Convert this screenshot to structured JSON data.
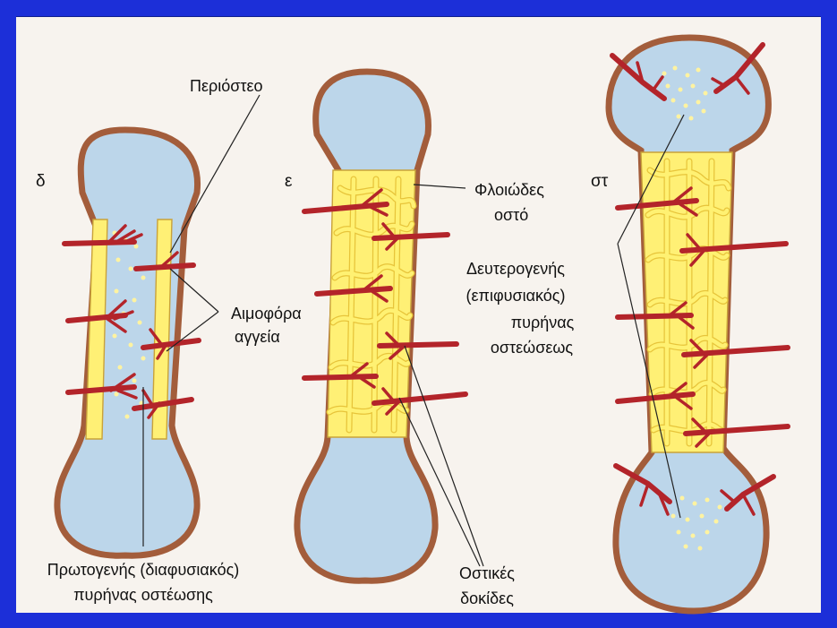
{
  "stages": {
    "d": "δ",
    "e": "ε",
    "st": "στ"
  },
  "labels": {
    "periosteum": "Περιόστεο",
    "blood_vessels": [
      "Αιμοφόρα",
      "αγγεία"
    ],
    "cortical_bone": [
      "Φλοιώδες",
      "οστό"
    ],
    "secondary_center": [
      "Δευτερογενής",
      "(επιφυσιακός)",
      "πυρήνας",
      "οστεώσεως"
    ],
    "primary_center": [
      "Πρωτογενής (διαφυσιακός)",
      "πυρήνας οστέωσης"
    ],
    "trabeculae": [
      "Οστικές",
      "δοκίδες"
    ]
  },
  "colors": {
    "frame": "#1c2fd8",
    "background": "#f7f3ee",
    "bone_fill": "#bcd6ea",
    "periosteum": "#a35d3b",
    "cortical": "#fff075",
    "vessel": "#b3242a"
  }
}
